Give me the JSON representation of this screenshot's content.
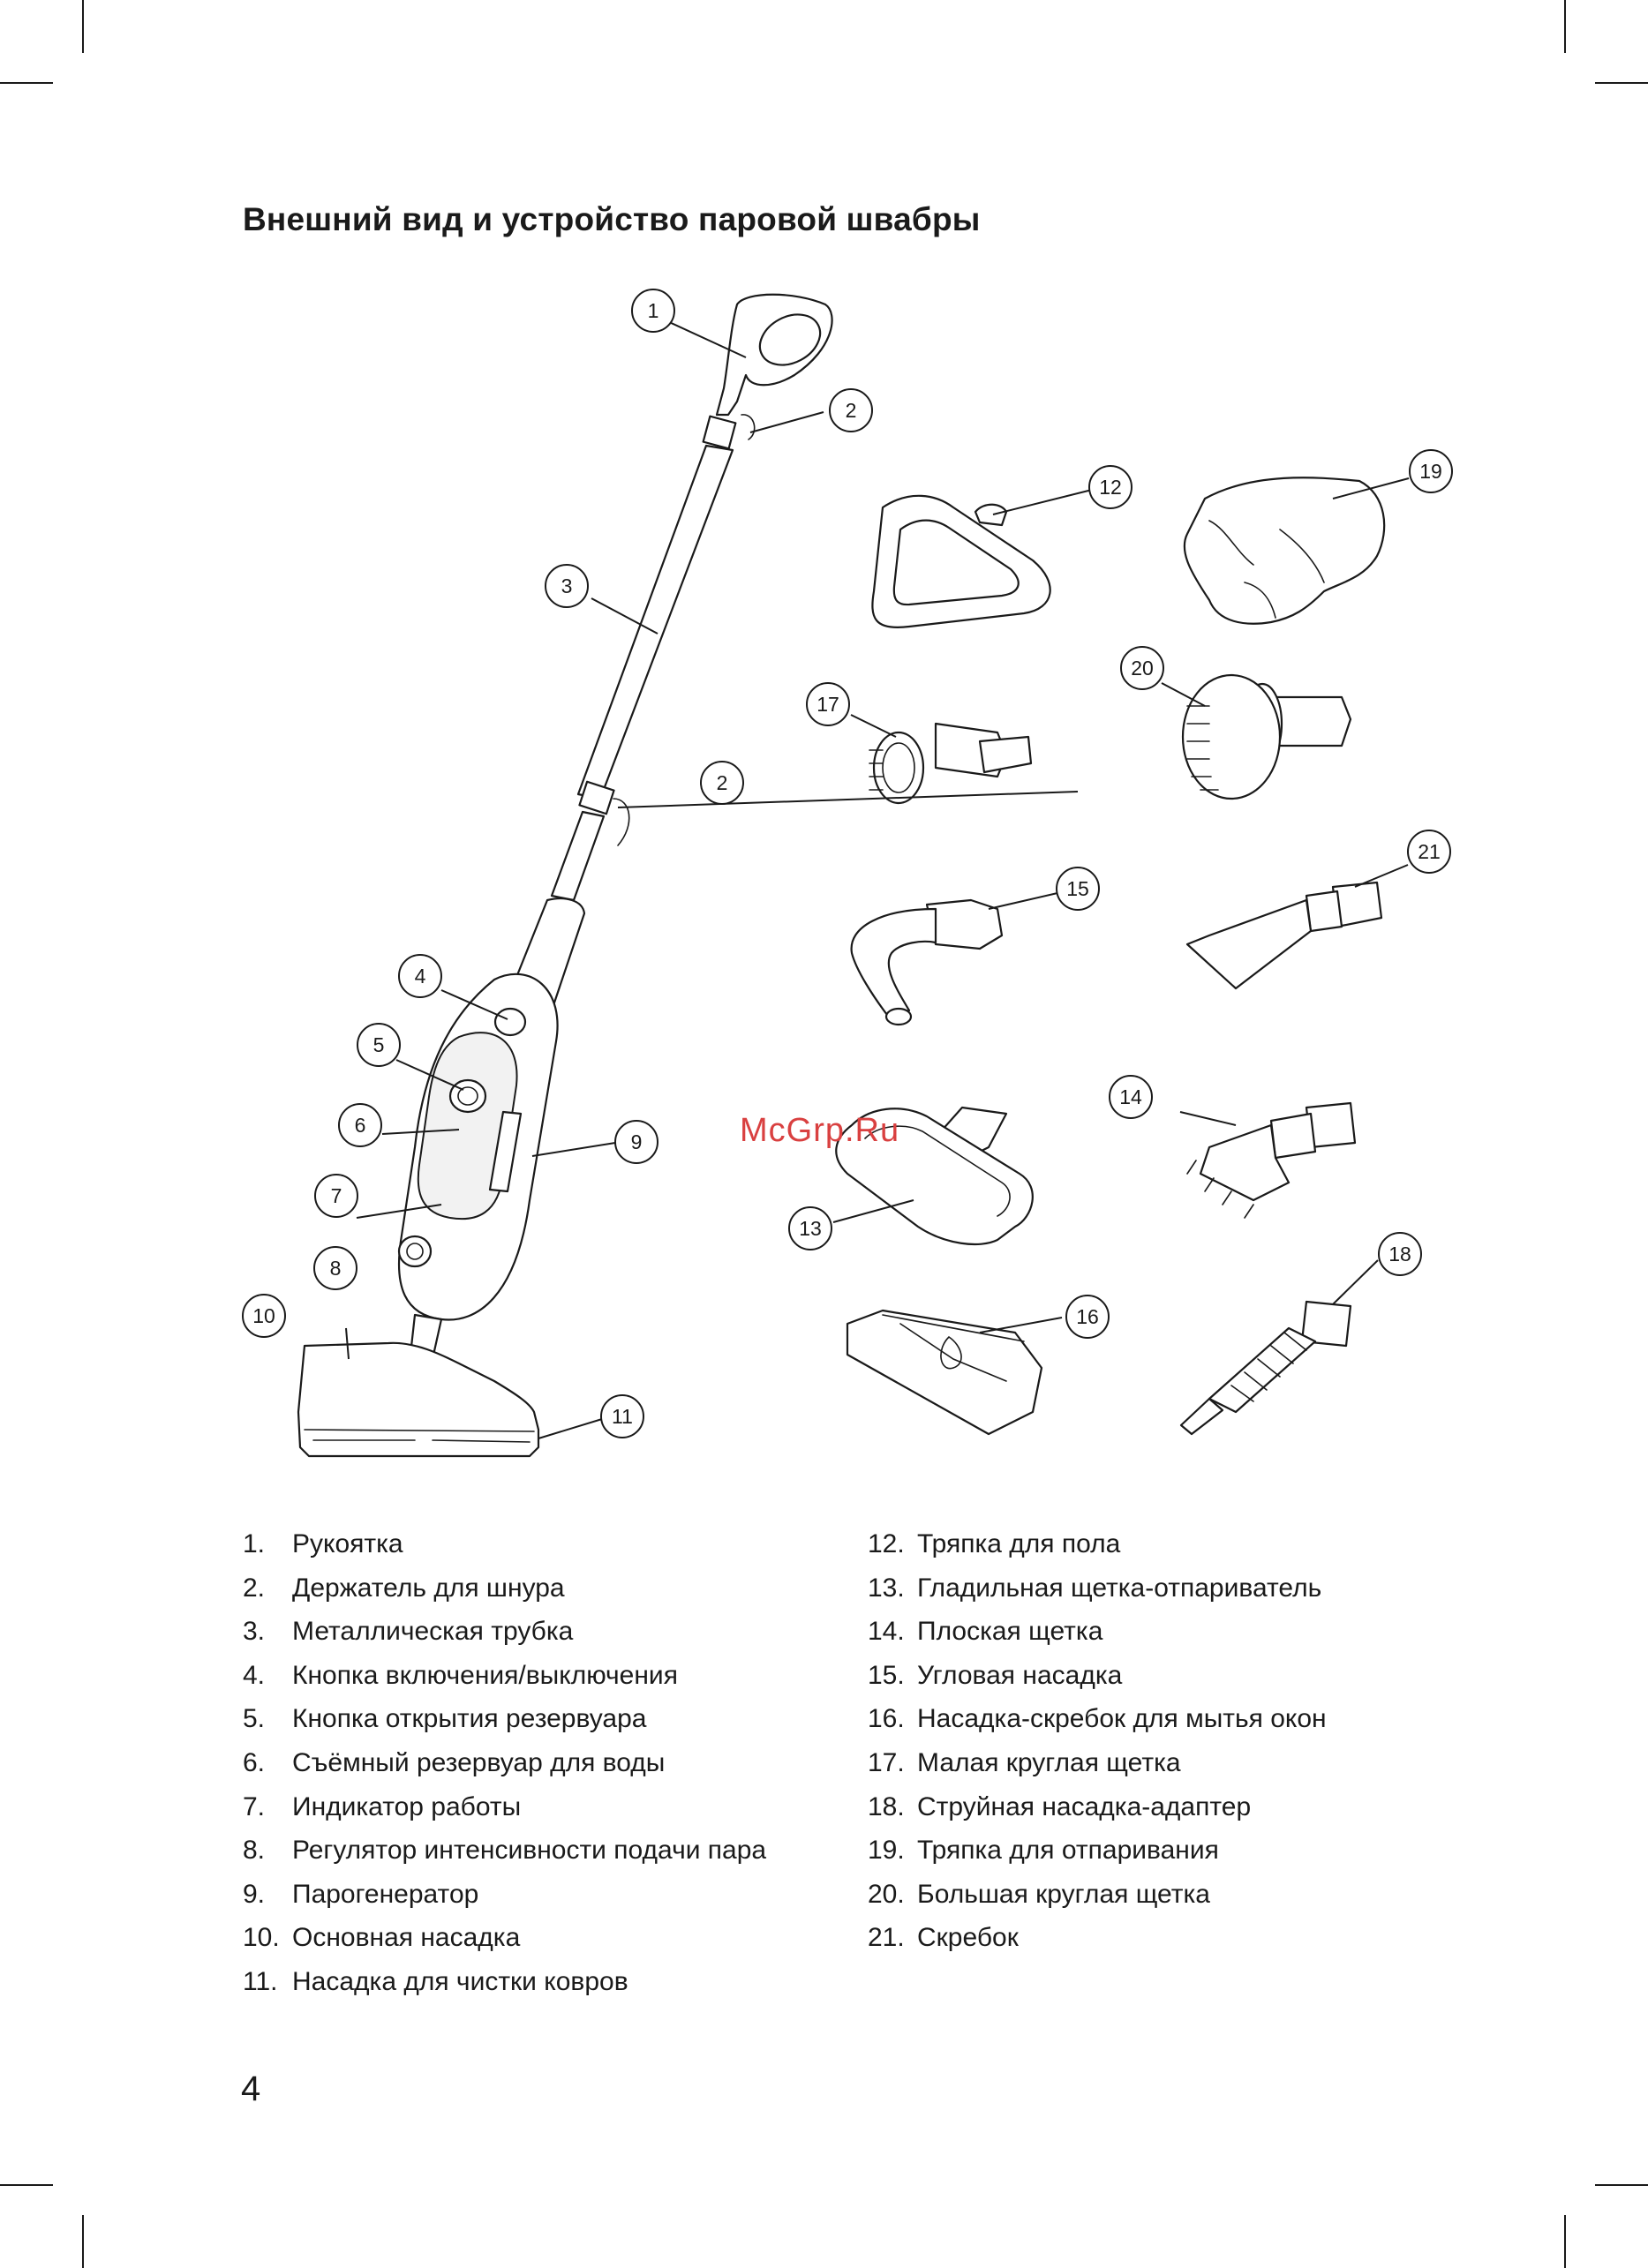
{
  "title": "Внешний вид и устройство паровой швабры",
  "watermark": "McGrp.Ru",
  "callouts": [
    "1",
    "2",
    "2",
    "3",
    "4",
    "5",
    "6",
    "7",
    "8",
    "9",
    "10",
    "11",
    "12",
    "13",
    "14",
    "15",
    "16",
    "17",
    "18",
    "19",
    "20",
    "21"
  ],
  "legend_left": [
    {
      "num": "1.",
      "text": "Рукоятка"
    },
    {
      "num": "2.",
      "text": "Держатель для шнура"
    },
    {
      "num": "3.",
      "text": "Металлическая трубка"
    },
    {
      "num": "4.",
      "text": "Кнопка включения/выключения"
    },
    {
      "num": "5.",
      "text": "Кнопка открытия резервуара"
    },
    {
      "num": "6.",
      "text": "Съёмный резервуар для воды"
    },
    {
      "num": "7.",
      "text": "Индикатор работы"
    },
    {
      "num": "8.",
      "text": "Регулятор интенсивности подачи пара"
    },
    {
      "num": "9.",
      "text": "Парогенератор"
    },
    {
      "num": "10.",
      "text": "Основная насадка"
    },
    {
      "num": "11.",
      "text": "Насадка для чистки ковров"
    }
  ],
  "legend_right": [
    {
      "num": "12.",
      "text": "Тряпка для пола"
    },
    {
      "num": "13.",
      "text": "Гладильная щетка-отпариватель"
    },
    {
      "num": "14.",
      "text": "Плоская щетка"
    },
    {
      "num": "15.",
      "text": "Угловая насадка"
    },
    {
      "num": "16.",
      "text": "Насадка-скребок для мытья окон"
    },
    {
      "num": "17.",
      "text": "Малая круглая щетка"
    },
    {
      "num": "18.",
      "text": "Струйная насадка-адаптер"
    },
    {
      "num": "19.",
      "text": "Тряпка для отпаривания"
    },
    {
      "num": "20.",
      "text": "Большая круглая щетка"
    },
    {
      "num": "21.",
      "text": "Скребок"
    }
  ],
  "page_number": "4"
}
